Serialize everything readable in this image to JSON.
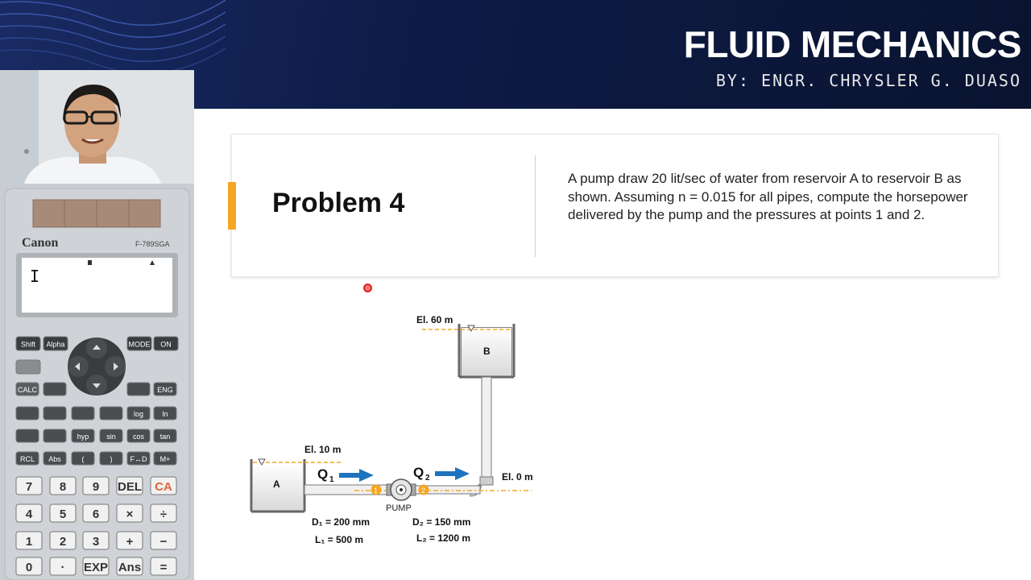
{
  "header": {
    "title": "FLUID MECHANICS",
    "byline": "BY: ENGR. CHRYSLER G. DUASO"
  },
  "calculator": {
    "brand": "Canon",
    "model": "F-789SGA",
    "display_cursor": "I",
    "keys": {
      "shift": "Shift",
      "alpha": "Alpha",
      "mode": "MODE",
      "on": "ON",
      "calc": "CALC",
      "eng": "ENG",
      "log": "log",
      "ln": "ln",
      "hyp": "hyp",
      "sin": "sin",
      "cos": "cos",
      "tan": "tan",
      "rcl": "RCL",
      "abs": "Abs",
      "lparen": "(",
      "rparen": ")",
      "fd": "F↔D",
      "mplus": "M+",
      "k7": "7",
      "k8": "8",
      "k9": "9",
      "del": "DEL",
      "ca": "CA",
      "k4": "4",
      "k5": "5",
      "k6": "6",
      "mul": "×",
      "div": "÷",
      "k1": "1",
      "k2": "2",
      "k3": "3",
      "plus": "+",
      "minus": "−",
      "k0": "0",
      "dot": "·",
      "exp": "EXP",
      "ans": "Ans",
      "eq": "="
    }
  },
  "problem": {
    "title": "Problem 4",
    "text": "A pump draw 20 lit/sec of water from reservoir A to reservoir B as shown. Assuming n = 0.015 for all pipes, compute the horsepower delivered by the pump and the pressures at points 1 and 2."
  },
  "diagram": {
    "elev_b": "El. 60 m",
    "elev_a": "El. 10 m",
    "elev_0": "El. 0 m",
    "reservoir_a": "A",
    "reservoir_b": "B",
    "q1": "Q",
    "q1_sub": "1",
    "q2": "Q",
    "q2_sub": "2",
    "point1": "1",
    "point2": "2",
    "pump": "PUMP",
    "d1": "D₁ = 200 mm",
    "l1": "L₁ = 500 m",
    "d2": "D₂ = 150 mm",
    "l2": "L₂ = 1200 m"
  },
  "colors": {
    "accent": "#f5a623",
    "header_bg": "#0d1b47",
    "arrow": "#1e73be",
    "marker": "#f5a623"
  }
}
